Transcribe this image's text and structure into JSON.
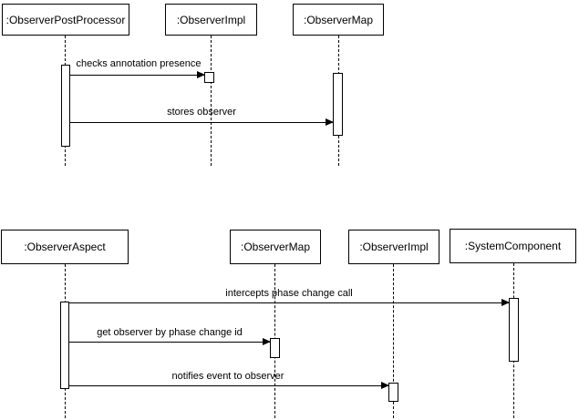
{
  "diagram_type": "uml-sequence",
  "colors": {
    "stroke": "#000000",
    "fill": "#ffffff",
    "background": "#ffffff"
  },
  "diagrams": [
    {
      "name": "observer-registration-sequence",
      "lifelines": [
        {
          "label": ":ObserverPostProcessor"
        },
        {
          "label": ":ObserverImpl"
        },
        {
          "label": ":ObserverMap"
        }
      ],
      "messages": [
        {
          "label": "checks annotation presence",
          "from": ":ObserverPostProcessor",
          "to": ":ObserverImpl"
        },
        {
          "label": "stores observer",
          "from": ":ObserverPostProcessor",
          "to": ":ObserverMap"
        }
      ]
    },
    {
      "name": "phase-change-notification-sequence",
      "lifelines": [
        {
          "label": ":ObserverAspect"
        },
        {
          "label": ":ObserverMap"
        },
        {
          "label": ":ObserverImpl"
        },
        {
          "label": ":SystemComponent"
        }
      ],
      "messages": [
        {
          "label": "intercepts phase change call",
          "from": ":ObserverAspect",
          "to": ":SystemComponent"
        },
        {
          "label": "get observer by phase change id",
          "from": ":ObserverAspect",
          "to": ":ObserverMap"
        },
        {
          "label": "notifies event to observer",
          "from": ":ObserverAspect",
          "to": ":ObserverImpl"
        }
      ]
    }
  ]
}
